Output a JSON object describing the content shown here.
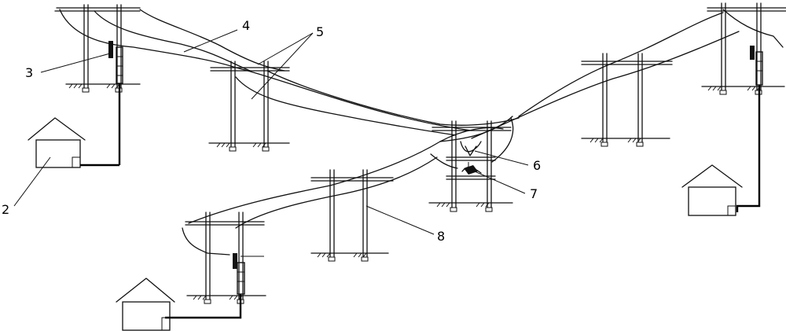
{
  "figure": {
    "callouts": [
      {
        "id": "2",
        "text": "2"
      },
      {
        "id": "3",
        "text": "3"
      },
      {
        "id": "4",
        "text": "4"
      },
      {
        "id": "5",
        "text": "5"
      },
      {
        "id": "6",
        "text": "6"
      },
      {
        "id": "7",
        "text": "7"
      },
      {
        "id": "8",
        "text": "8"
      }
    ]
  },
  "colors": {
    "line": "#111111",
    "background": "#ffffff"
  }
}
